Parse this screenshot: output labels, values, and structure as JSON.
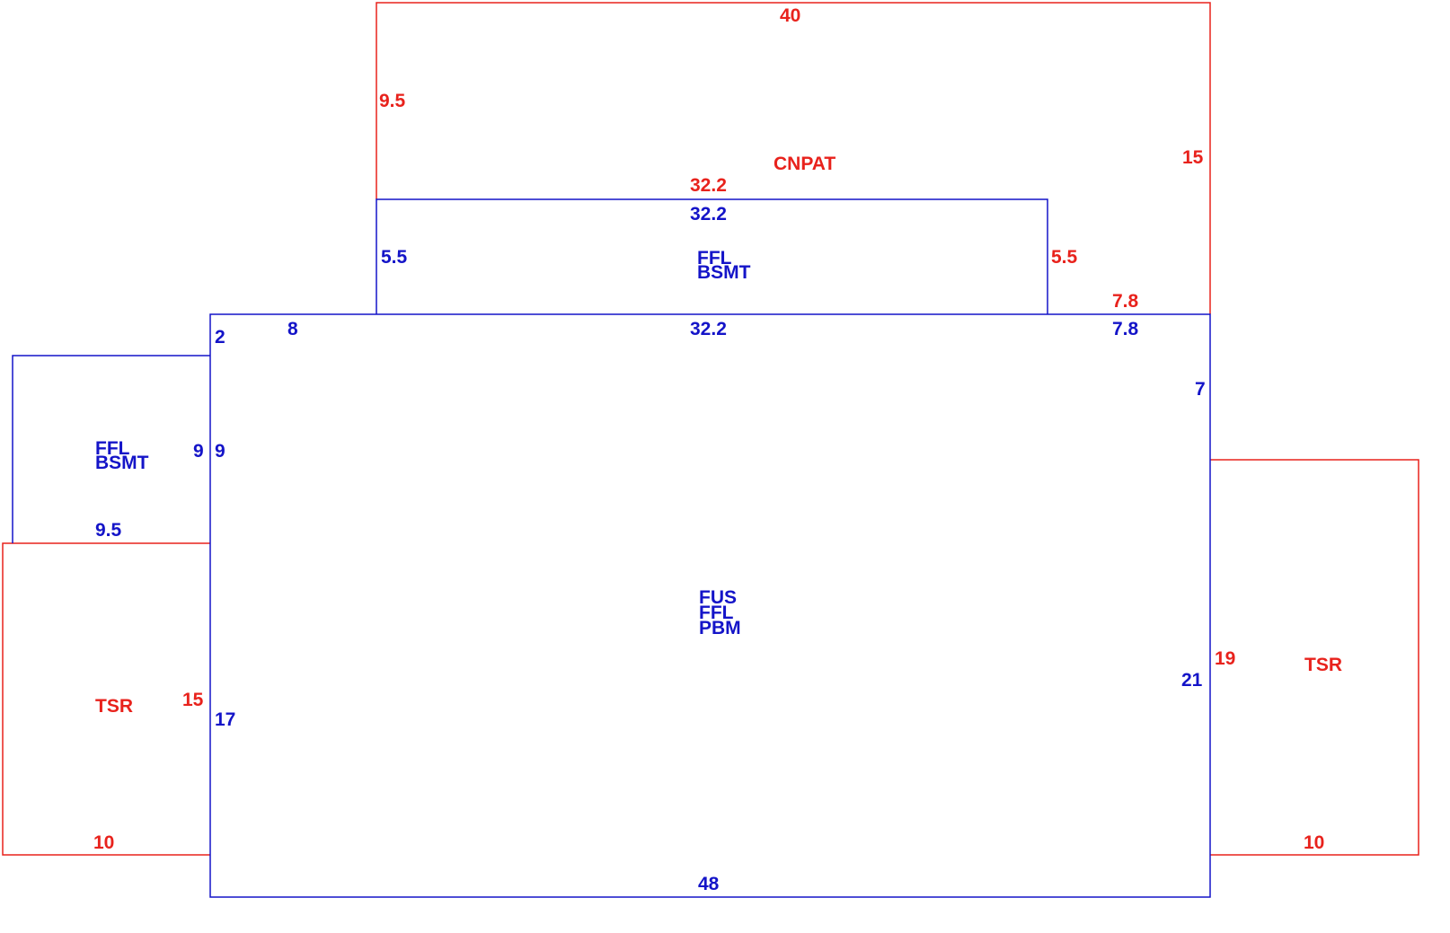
{
  "colors": {
    "red": "#e8221c",
    "blue": "#1414c8",
    "background": "#ffffff"
  },
  "labels": {
    "cnpat_top": "40",
    "cnpat_left": "9.5",
    "cnpat_right": "15",
    "cnpat_name": "CNPAT",
    "cnpat_bottom": "32.2",
    "cnpat_right_lower": "5.5",
    "cnpat_step": "7.8",
    "upper_top": "32.2",
    "upper_left": "5.5",
    "upper_name_1": "FFL",
    "upper_name_2": "BSMT",
    "main_top": "32.2",
    "main_step_left": "2",
    "main_top_left": "8",
    "main_top_right": "7.8",
    "main_right_upper": "7",
    "main_left_mid": "9",
    "main_left_lower": "17",
    "main_right_lower": "21",
    "main_bottom": "48",
    "main_name_1": "FUS",
    "main_name_2": "FFL",
    "main_name_3": "PBM",
    "left_name_1": "FFL",
    "left_name_2": "BSMT",
    "left_right": "9",
    "left_bottom": "9.5",
    "tsr_left_name": "TSR",
    "tsr_left_right": "15",
    "tsr_left_bottom": "10",
    "tsr_right_name": "TSR",
    "tsr_right_left": "19",
    "tsr_right_bottom": "10"
  }
}
